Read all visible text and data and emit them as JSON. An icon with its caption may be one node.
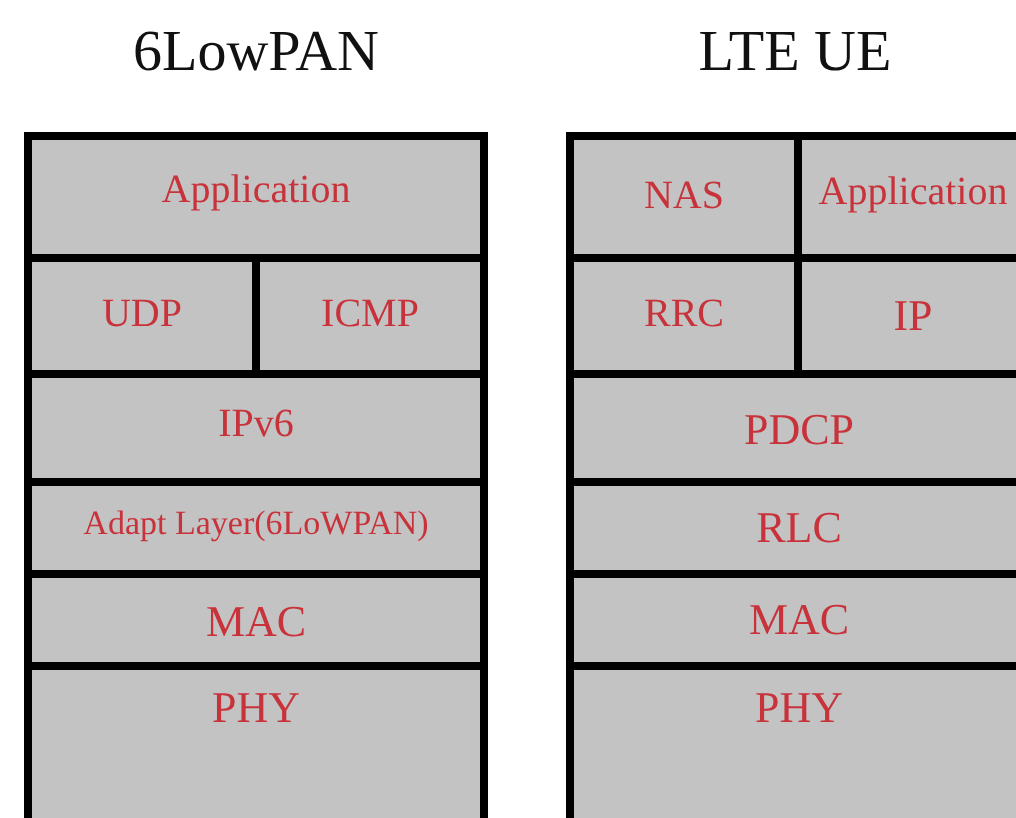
{
  "diagram": {
    "nodes": [
      {
        "text": [
          "6LowPAN"
        ]
      },
      {
        "text": [
          "Application"
        ],
        "in": 0
      },
      {
        "text": [
          "UDP"
        ],
        "in": 0
      },
      {
        "text": [
          "ICMP"
        ],
        "in": 0
      },
      {
        "text": [
          "IPv6"
        ],
        "in": 0
      },
      {
        "text": [
          "Adapt Layer(6LoWPAN)"
        ],
        "in": 0
      },
      {
        "text": [
          "MAC"
        ],
        "in": 0
      },
      {
        "text": [
          "PHY"
        ],
        "in": 0
      },
      {
        "text": [
          "LTE UE"
        ]
      },
      {
        "text": [
          "NAS"
        ],
        "in": 8
      },
      {
        "text": [
          "Application"
        ],
        "in": 8
      },
      {
        "text": [
          "RRC"
        ],
        "in": 8
      },
      {
        "text": [
          "IP"
        ],
        "in": 8
      },
      {
        "text": [
          "PDCP"
        ],
        "in": 8
      },
      {
        "text": [
          "RLC"
        ],
        "in": 8
      },
      {
        "text": [
          "MAC"
        ],
        "in": 8
      },
      {
        "text": [
          "PHY"
        ],
        "in": 8
      }
    ]
  }
}
